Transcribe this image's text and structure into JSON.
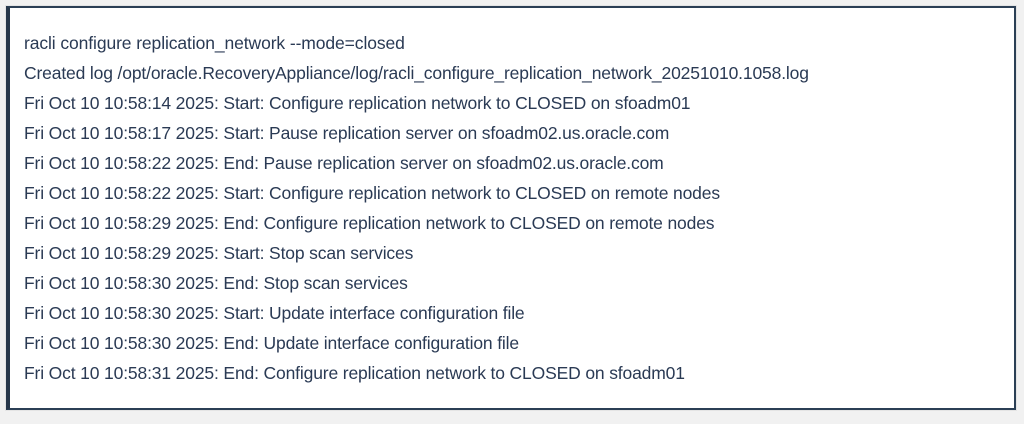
{
  "console": {
    "accent_border_color": "#27374a",
    "frame_border_color": "#2b3f55",
    "background_color": "#ffffff",
    "text_color": "#2a3a54",
    "page_background_color": "#f1f1f1",
    "lines": [
      {
        "text": "racli configure replication_network --mode=closed",
        "kind": "command"
      },
      {
        "text": "Created log /opt/oracle.RecoveryAppliance/log/racli_configure_replication_network_20251010.1058.log",
        "kind": "output"
      },
      {
        "text": "Fri Oct 10 10:58:14 2025: Start: Configure replication network to CLOSED on sfoadm01",
        "kind": "output"
      },
      {
        "text": "Fri Oct 10 10:58:17 2025: Start: Pause replication server on sfoadm02.us.oracle.com",
        "kind": "output"
      },
      {
        "text": "Fri Oct 10 10:58:22 2025: End: Pause replication server on sfoadm02.us.oracle.com",
        "kind": "output"
      },
      {
        "text": "Fri Oct 10 10:58:22 2025: Start: Configure replication network to CLOSED on remote nodes",
        "kind": "output"
      },
      {
        "text": "Fri Oct 10 10:58:29 2025: End: Configure replication network to CLOSED on remote nodes",
        "kind": "output"
      },
      {
        "text": "Fri Oct 10 10:58:29 2025: Start: Stop scan services",
        "kind": "output"
      },
      {
        "text": "Fri Oct 10 10:58:30 2025: End: Stop scan services",
        "kind": "output"
      },
      {
        "text": "Fri Oct 10 10:58:30 2025: Start: Update interface configuration file",
        "kind": "output"
      },
      {
        "text": "Fri Oct 10 10:58:30 2025: End: Update interface configuration file",
        "kind": "output"
      },
      {
        "text": "Fri Oct 10 10:58:31 2025: End: Configure replication network to CLOSED on sfoadm01",
        "kind": "output"
      }
    ]
  }
}
